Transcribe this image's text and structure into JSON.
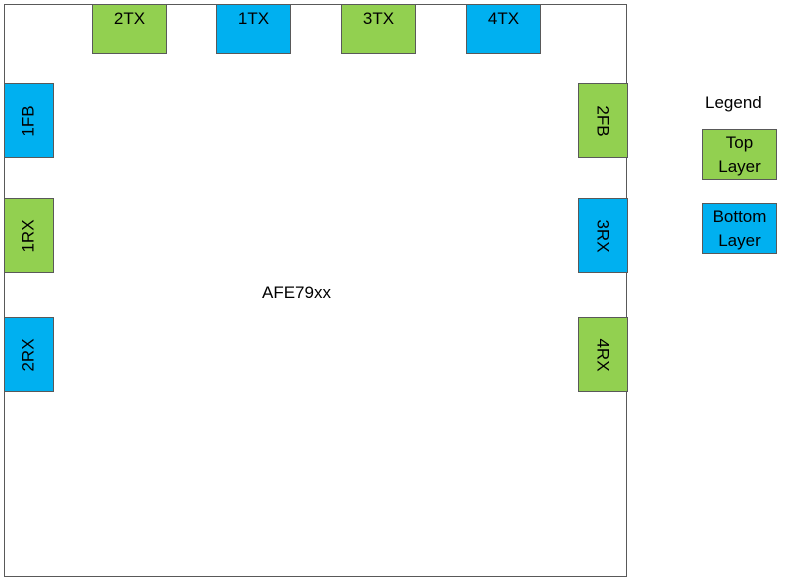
{
  "colors": {
    "top_layer": "#92d050",
    "bottom_layer": "#00b0f0",
    "border": "#595959"
  },
  "chip": {
    "label": "AFE79xx"
  },
  "pins": {
    "top": [
      {
        "label": "2TX",
        "layer": "top"
      },
      {
        "label": "1TX",
        "layer": "bottom"
      },
      {
        "label": "3TX",
        "layer": "top"
      },
      {
        "label": "4TX",
        "layer": "bottom"
      }
    ],
    "left": [
      {
        "label": "1FB",
        "layer": "bottom"
      },
      {
        "label": "1RX",
        "layer": "top"
      },
      {
        "label": "2RX",
        "layer": "bottom"
      }
    ],
    "right": [
      {
        "label": "2FB",
        "layer": "top"
      },
      {
        "label": "3RX",
        "layer": "bottom"
      },
      {
        "label": "4RX",
        "layer": "top"
      }
    ]
  },
  "legend": {
    "title": "Legend",
    "top_layer": {
      "line1": "Top",
      "line2": "Layer"
    },
    "bottom_layer": {
      "line1": "Bottom",
      "line2": "Layer"
    }
  }
}
